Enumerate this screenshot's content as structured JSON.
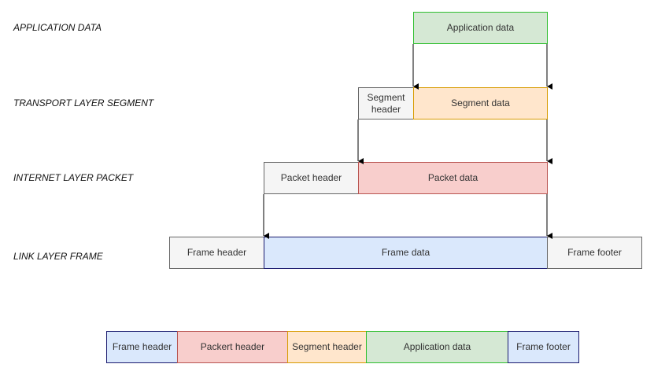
{
  "colors": {
    "green_fill": "#d5e8d4",
    "green_border": "#2fbf2f",
    "orange_fill": "#ffe6cc",
    "orange_border": "#d79b00",
    "red_fill": "#f8cecc",
    "red_border": "#b85450",
    "blue_fill": "#dae8fc",
    "blue_border": "#1a1a6e",
    "gray_fill": "#f5f5f5",
    "gray_border": "#666666",
    "text": "#333333",
    "label_text": "#111111"
  },
  "layers": {
    "application": {
      "label": "APPLICATION DATA",
      "data": "Application data"
    },
    "transport": {
      "label": "TRANSPORT LAYER SEGMENT",
      "header": "Segment header",
      "data": "Segment data"
    },
    "internet": {
      "label": "INTERNET LAYER PACKET",
      "header": "Packet header",
      "data": "Packet data"
    },
    "link": {
      "label": "LINK LAYER FRAME",
      "header": "Frame header",
      "data": "Frame data",
      "footer": "Frame footer"
    }
  },
  "summary": {
    "frame_header": "Frame header",
    "packet_header": "Packert header",
    "segment_header": "Segment header",
    "application_data": "Application data",
    "frame_footer": "Frame footer"
  }
}
